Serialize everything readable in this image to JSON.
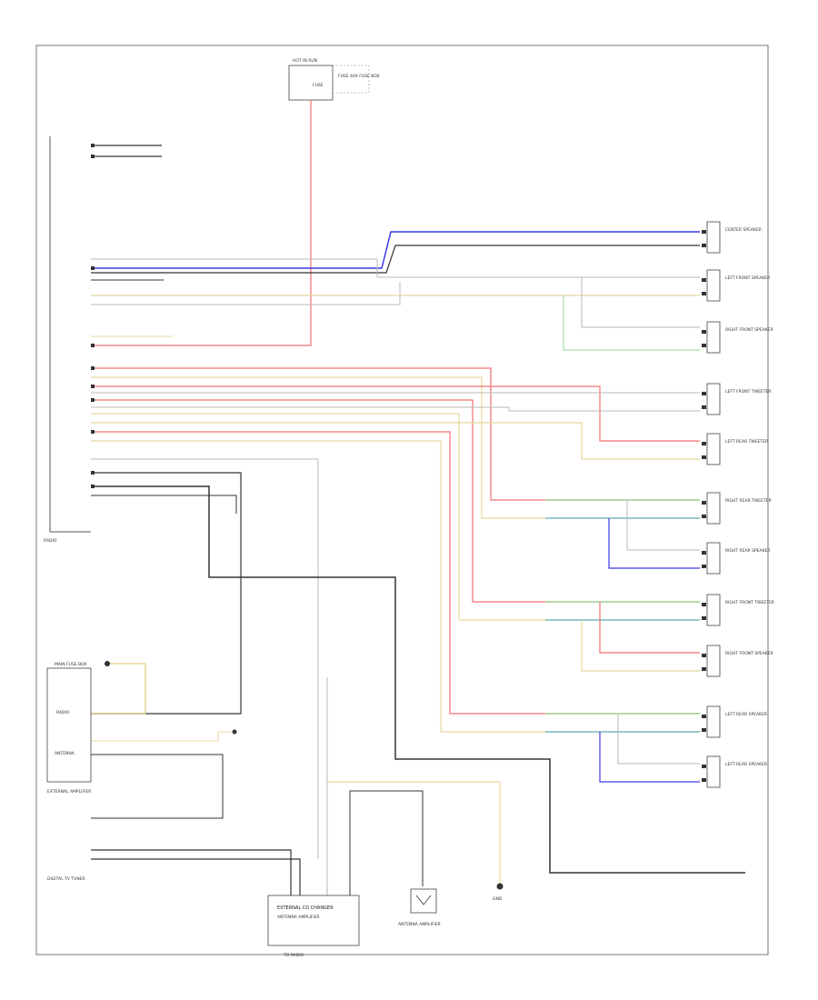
{
  "colors": {
    "red": "#f07070",
    "blue": "#3a3ae8",
    "black": "#333333",
    "gray": "#b8b8b8",
    "tan": "#e8d8a0",
    "yellow": "#d8c060",
    "green": "#90d890",
    "teal": "#60b0c0",
    "pink": "#f0a0c0",
    "frame": "#777777"
  },
  "labels": {
    "fuse_box_top": "HOT IN RUN",
    "fuse_label": "FUSE",
    "fuse_text": "FUSE 40A FUSE BOX",
    "module_left": "RADIO",
    "bottom_left": "TO RADIO",
    "bottom_module": "EXTERNAL CD CHANGER",
    "bottom_module_sub": "ANTENNA AMPLIFIER",
    "antenna_label": "ANTENNA AMPLIFIER",
    "ground_label": "GND",
    "bottom_right_label": "",
    "left_module_top": "MAIN FUSE BOX",
    "left_module_mid": "RADIO",
    "left_module_bot": "ANTENNA",
    "left_module_caption": "EXTERNAL AMPLIFIER",
    "left_bottom_caption": "DIGITAL TV TUNER"
  },
  "speakers": [
    {
      "name": "CENTER SPEAKER"
    },
    {
      "name": "LEFT FRONT SPEAKER"
    },
    {
      "name": "RIGHT FRONT SPEAKER"
    },
    {
      "name": "LEFT FRONT TWEETER"
    },
    {
      "name": "LEFT REAR TWEETER"
    },
    {
      "name": "RIGHT REAR TWEETER"
    },
    {
      "name": "RIGHT REAR SPEAKER"
    },
    {
      "name": "RIGHT FRONT TWEETER"
    },
    {
      "name": "RIGHT FRONT SPEAKER"
    },
    {
      "name": "LEFT REAR SPEAKER"
    },
    {
      "name": "LEFT REAR SPEAKER"
    }
  ]
}
